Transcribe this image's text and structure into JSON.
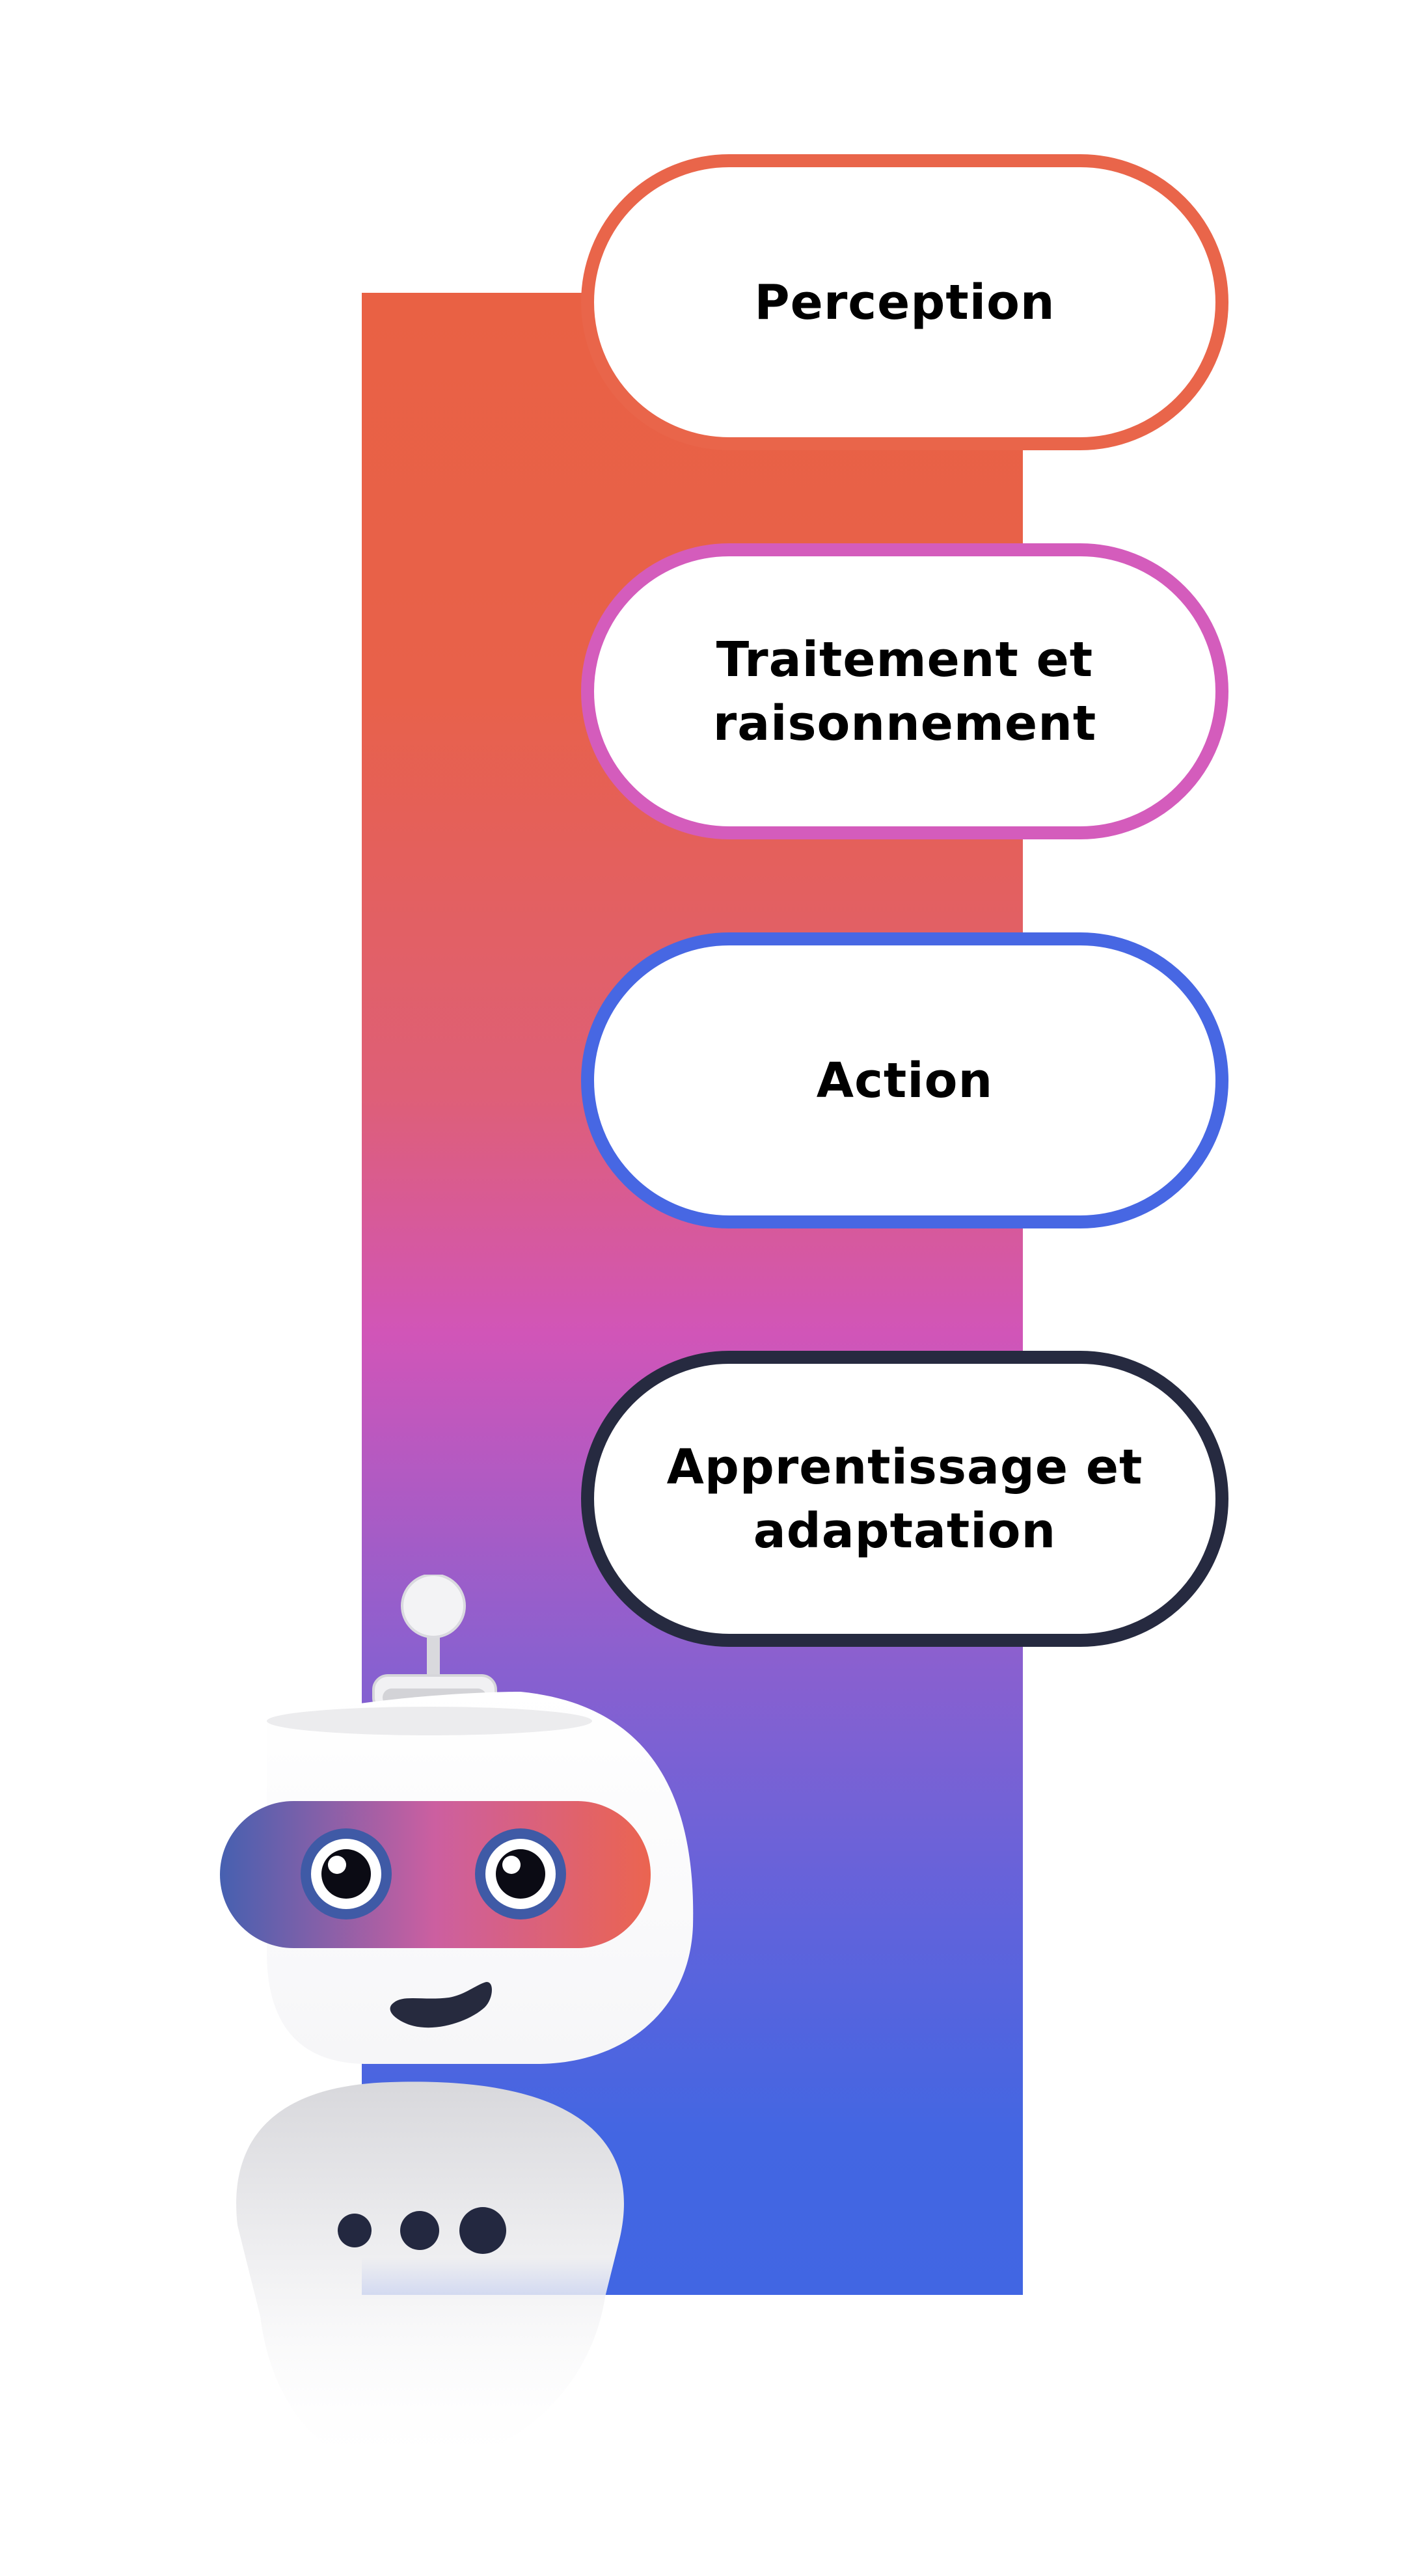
{
  "colors": {
    "perception": "#e9654a",
    "processing": "#d45cbc",
    "action": "#4767e3",
    "learning": "#262a40",
    "bar_top": "#e96144",
    "bar_mid": "#d155b8",
    "bar_bottom": "#4166e3"
  },
  "steps": [
    {
      "label": "Perception",
      "color": "#e9654a"
    },
    {
      "label": "Traitement et\nraisonnement",
      "color": "#d45cbc"
    },
    {
      "label": "Action",
      "color": "#4767e3"
    },
    {
      "label": "Apprentissage et\nadaptation",
      "color": "#262a40"
    }
  ],
  "robot": {
    "icon": "robot-mascot-icon",
    "speech_bubble_icon": "typing-dots-icon"
  }
}
